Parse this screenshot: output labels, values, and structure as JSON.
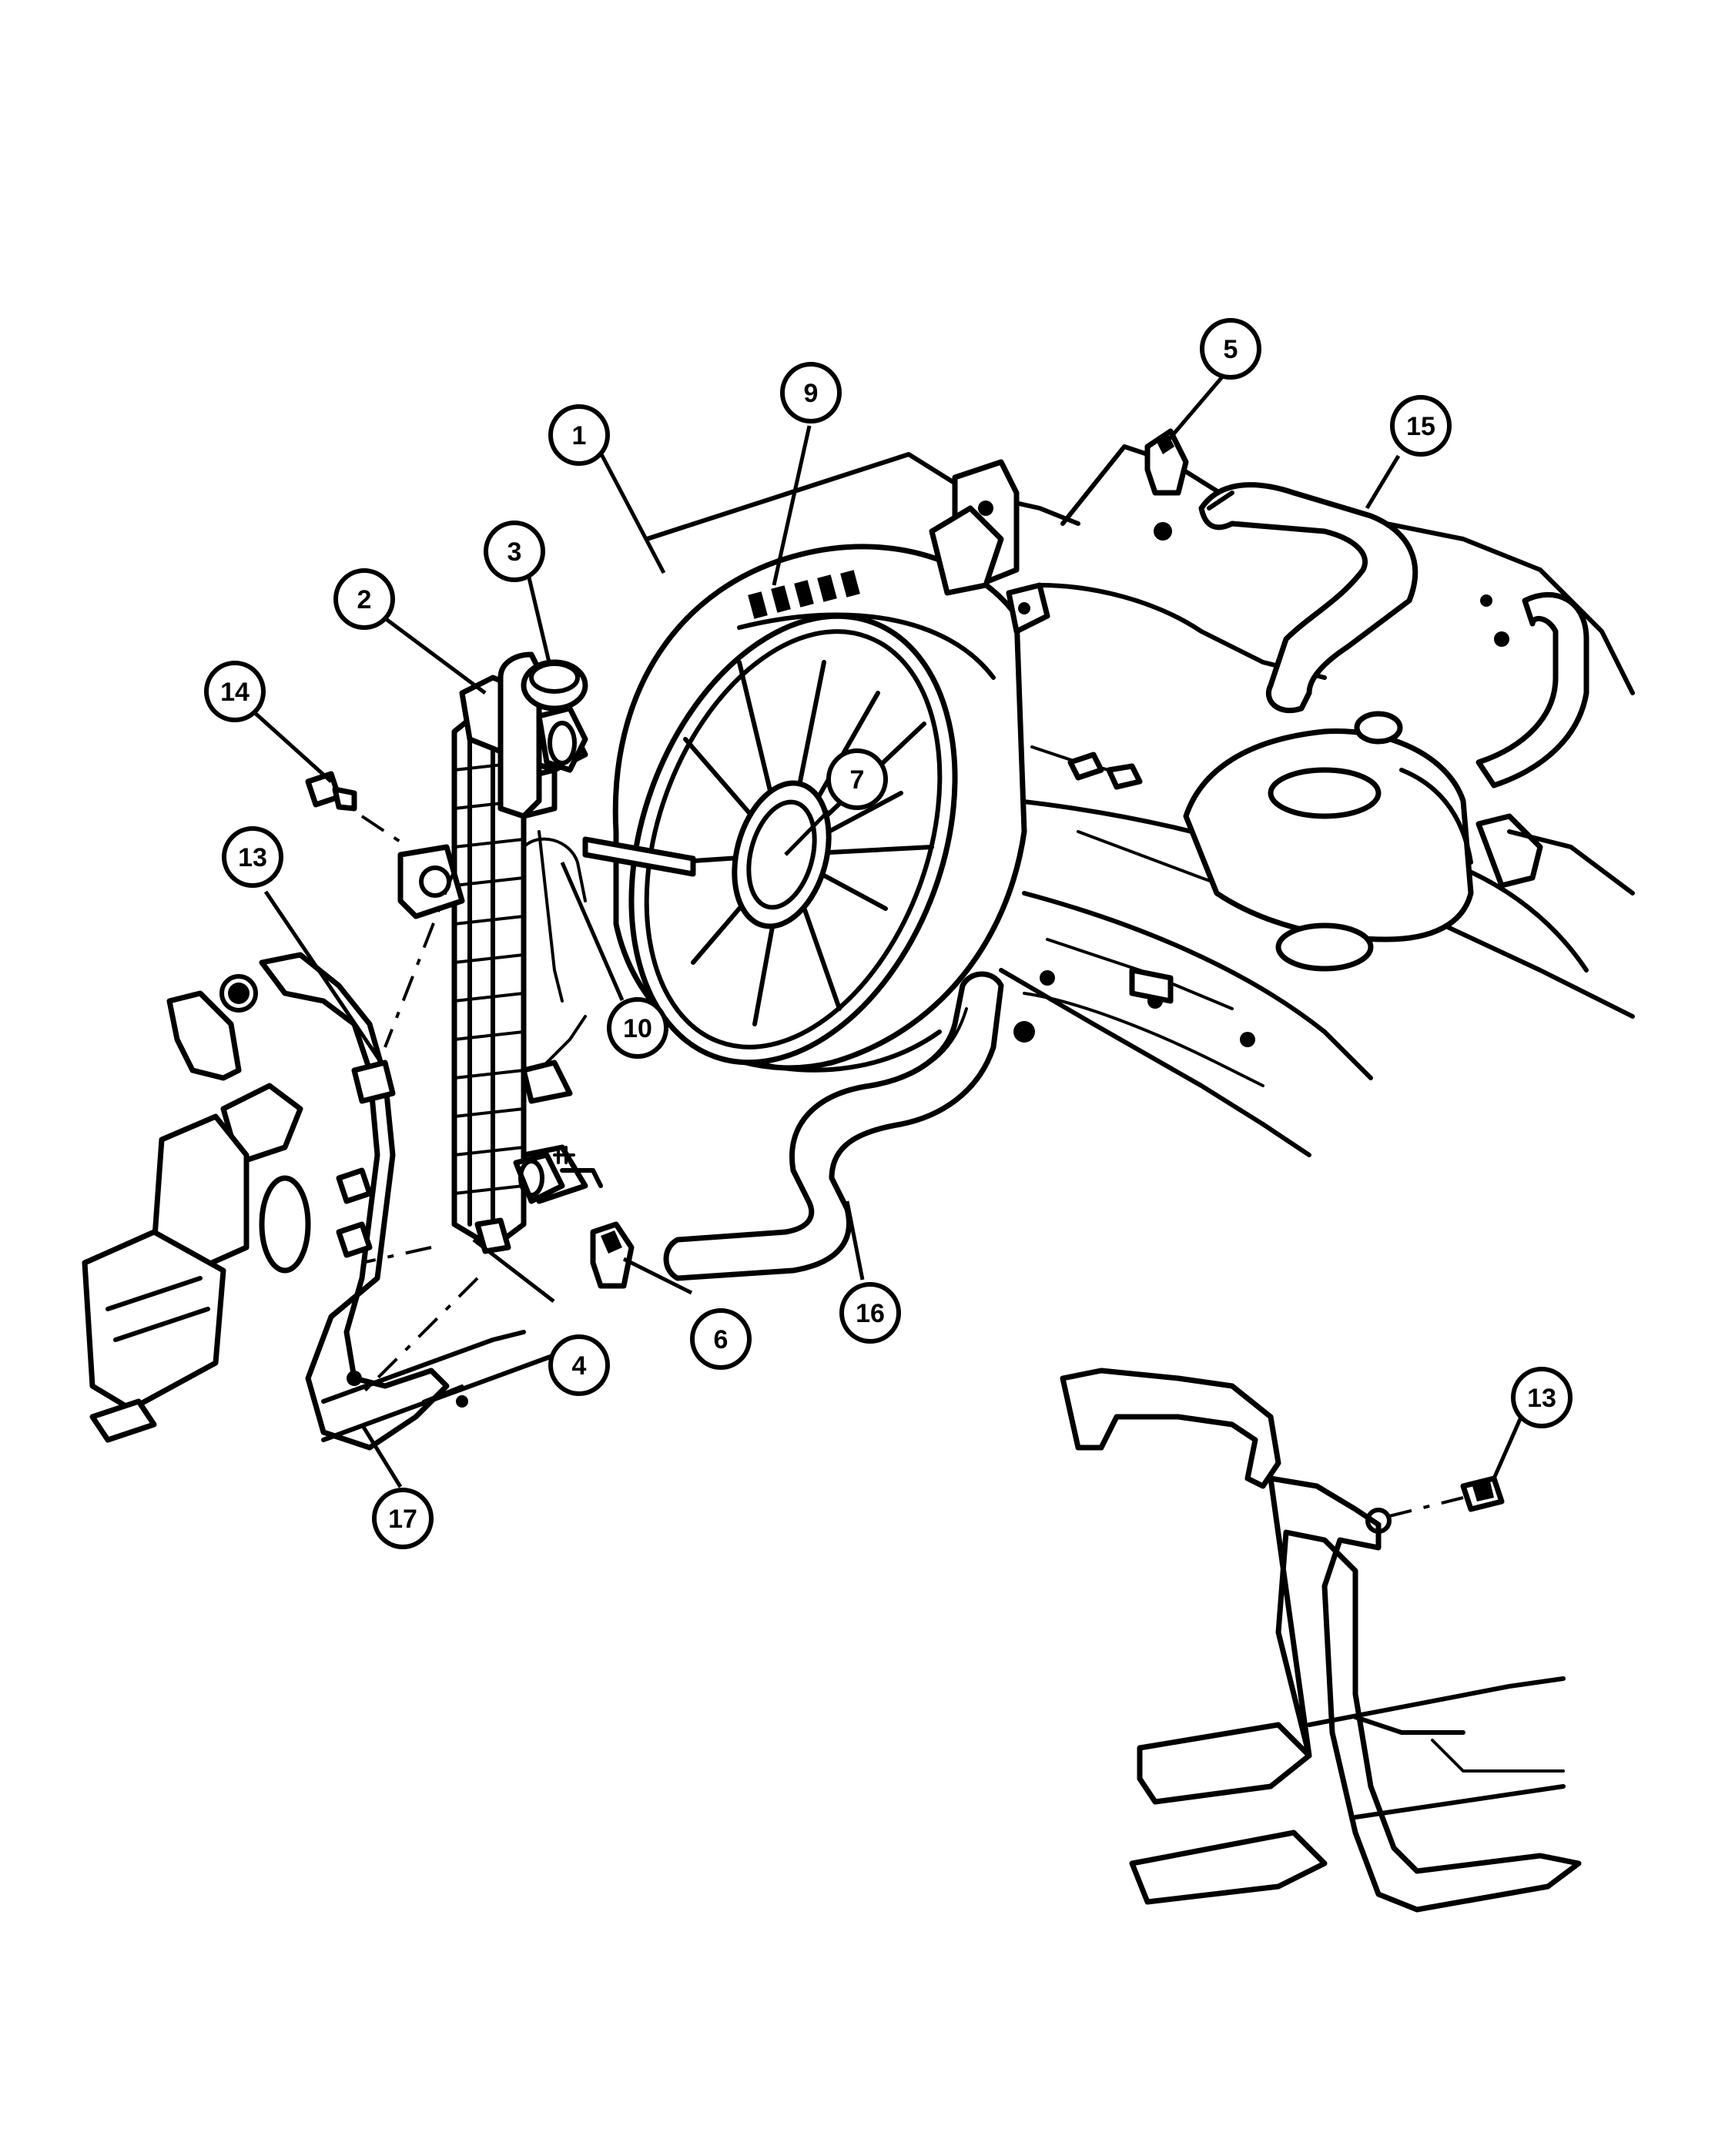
{
  "callouts": [
    {
      "id": "c1",
      "label": "1"
    },
    {
      "id": "c2",
      "label": "2"
    },
    {
      "id": "c3",
      "label": "3"
    },
    {
      "id": "c4",
      "label": "4"
    },
    {
      "id": "c5",
      "label": "5"
    },
    {
      "id": "c6",
      "label": "6"
    },
    {
      "id": "c7",
      "label": "7"
    },
    {
      "id": "c9",
      "label": "9"
    },
    {
      "id": "c10",
      "label": "10"
    },
    {
      "id": "c13a",
      "label": "13"
    },
    {
      "id": "c13b",
      "label": "13"
    },
    {
      "id": "c14",
      "label": "14"
    },
    {
      "id": "c15",
      "label": "15"
    },
    {
      "id": "c16",
      "label": "16"
    },
    {
      "id": "c17",
      "label": "17"
    }
  ],
  "colors": {
    "line": "#000000",
    "background": "#ffffff"
  }
}
